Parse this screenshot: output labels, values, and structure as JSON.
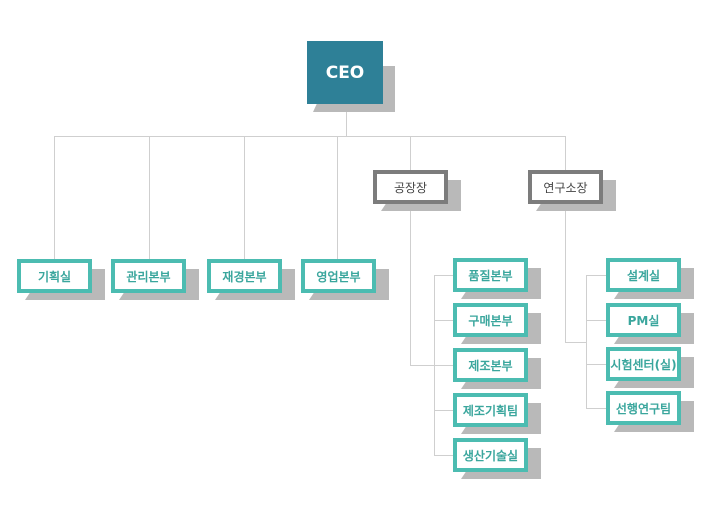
{
  "org": {
    "ceo": "CEO",
    "divisions": [
      "기획실",
      "관리본부",
      "재경본부",
      "영업본부"
    ],
    "plant": {
      "head": "공장장",
      "units": [
        "품질본부",
        "구매본부",
        "제조본부",
        "제조기획팀",
        "생산기술실"
      ]
    },
    "lab": {
      "head": "연구소장",
      "units": [
        "설계실",
        "PM실",
        "시험센터(실)",
        "선행연구팀"
      ]
    }
  },
  "colors": {
    "ceo_fill": "#2e8097",
    "unit_border": "#4cbcb1",
    "unit_text": "#3aa69d",
    "head_border": "#7c7c7c",
    "connector": "#cfcfcf",
    "shadow": "#b9b9b9"
  }
}
